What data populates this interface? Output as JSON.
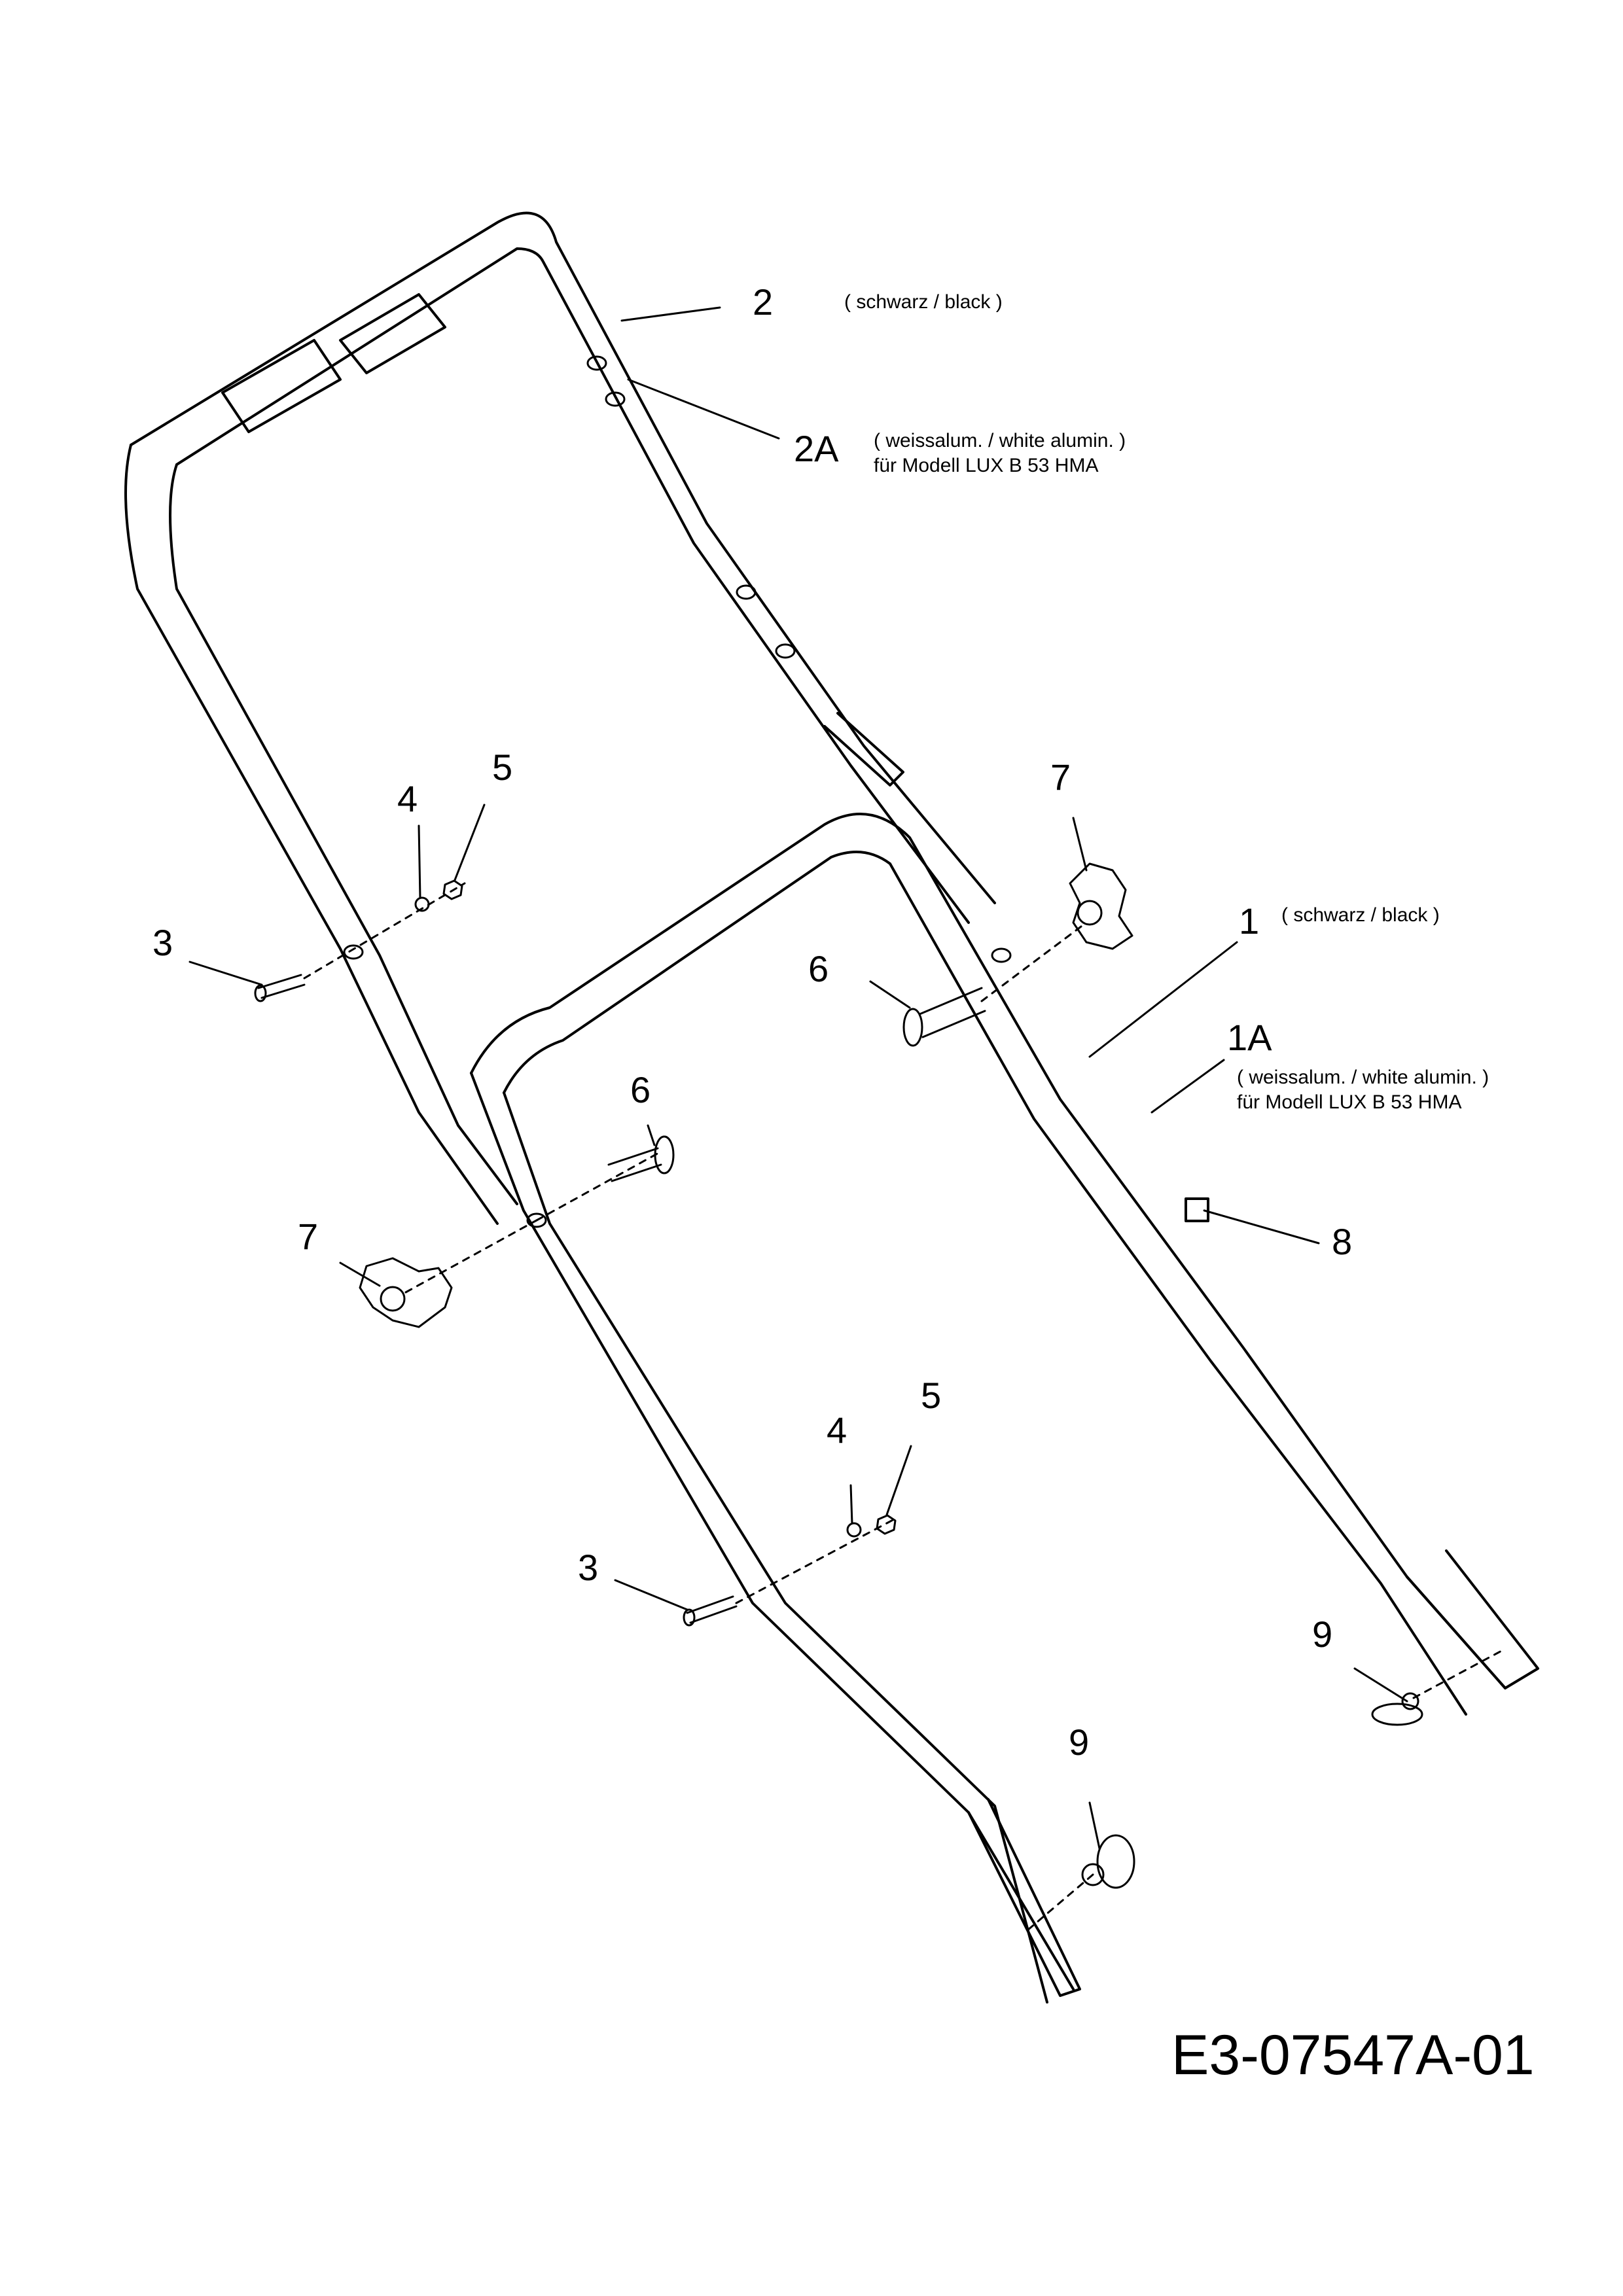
{
  "callouts": {
    "c1": "1",
    "c1a": "1A",
    "c2": "2",
    "c2a": "2A",
    "c3a": "3",
    "c3b": "3",
    "c4a": "4",
    "c4b": "4",
    "c5a": "5",
    "c5b": "5",
    "c6a": "6",
    "c6b": "6",
    "c7a": "7",
    "c7b": "7",
    "c8": "8",
    "c9a": "9",
    "c9b": "9"
  },
  "notes": {
    "n2": "( schwarz / black )",
    "n2a_line1": "( weissalum. / white alumin. )",
    "n2a_line2": "für Modell LUX B 53 HMA",
    "n1": "( schwarz / black )",
    "n1a_line1": "( weissalum. / white alumin. )",
    "n1a_line2": "für Modell LUX B 53 HMA"
  },
  "drawing_code": "E3-07547A-01",
  "colors": {
    "ink": "#000000",
    "paper": "#ffffff"
  }
}
